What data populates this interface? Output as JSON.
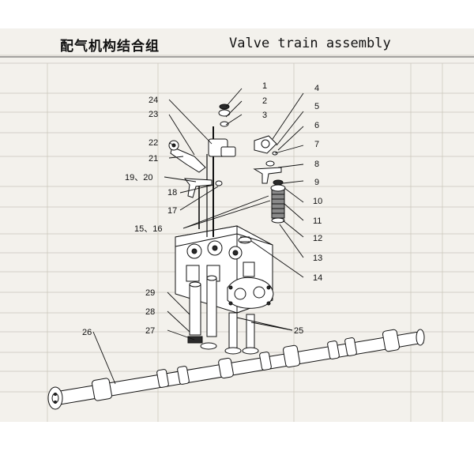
{
  "title": {
    "chinese": "配气机构结合组",
    "english": "Valve train assembly"
  },
  "callouts": [
    {
      "id": "c1",
      "text": "1"
    },
    {
      "id": "c2",
      "text": "2"
    },
    {
      "id": "c3",
      "text": "3"
    },
    {
      "id": "c4",
      "text": "4"
    },
    {
      "id": "c5",
      "text": "5"
    },
    {
      "id": "c6",
      "text": "6"
    },
    {
      "id": "c7",
      "text": "7"
    },
    {
      "id": "c8",
      "text": "8"
    },
    {
      "id": "c9",
      "text": "9"
    },
    {
      "id": "c10",
      "text": "10"
    },
    {
      "id": "c11",
      "text": "11"
    },
    {
      "id": "c12",
      "text": "12"
    },
    {
      "id": "c13",
      "text": "13"
    },
    {
      "id": "c14",
      "text": "14"
    },
    {
      "id": "c15",
      "text": "15、16"
    },
    {
      "id": "c17",
      "text": "17"
    },
    {
      "id": "c18",
      "text": "18"
    },
    {
      "id": "c19",
      "text": "19、20"
    },
    {
      "id": "c21",
      "text": "21"
    },
    {
      "id": "c22",
      "text": "22"
    },
    {
      "id": "c23",
      "text": "23"
    },
    {
      "id": "c24",
      "text": "24"
    },
    {
      "id": "c25",
      "text": "25"
    },
    {
      "id": "c26",
      "text": "26"
    },
    {
      "id": "c27",
      "text": "27"
    },
    {
      "id": "c28",
      "text": "28"
    },
    {
      "id": "c29",
      "text": "29"
    }
  ],
  "colors": {
    "paper": "#f3f1ec",
    "ink": "#111111"
  }
}
